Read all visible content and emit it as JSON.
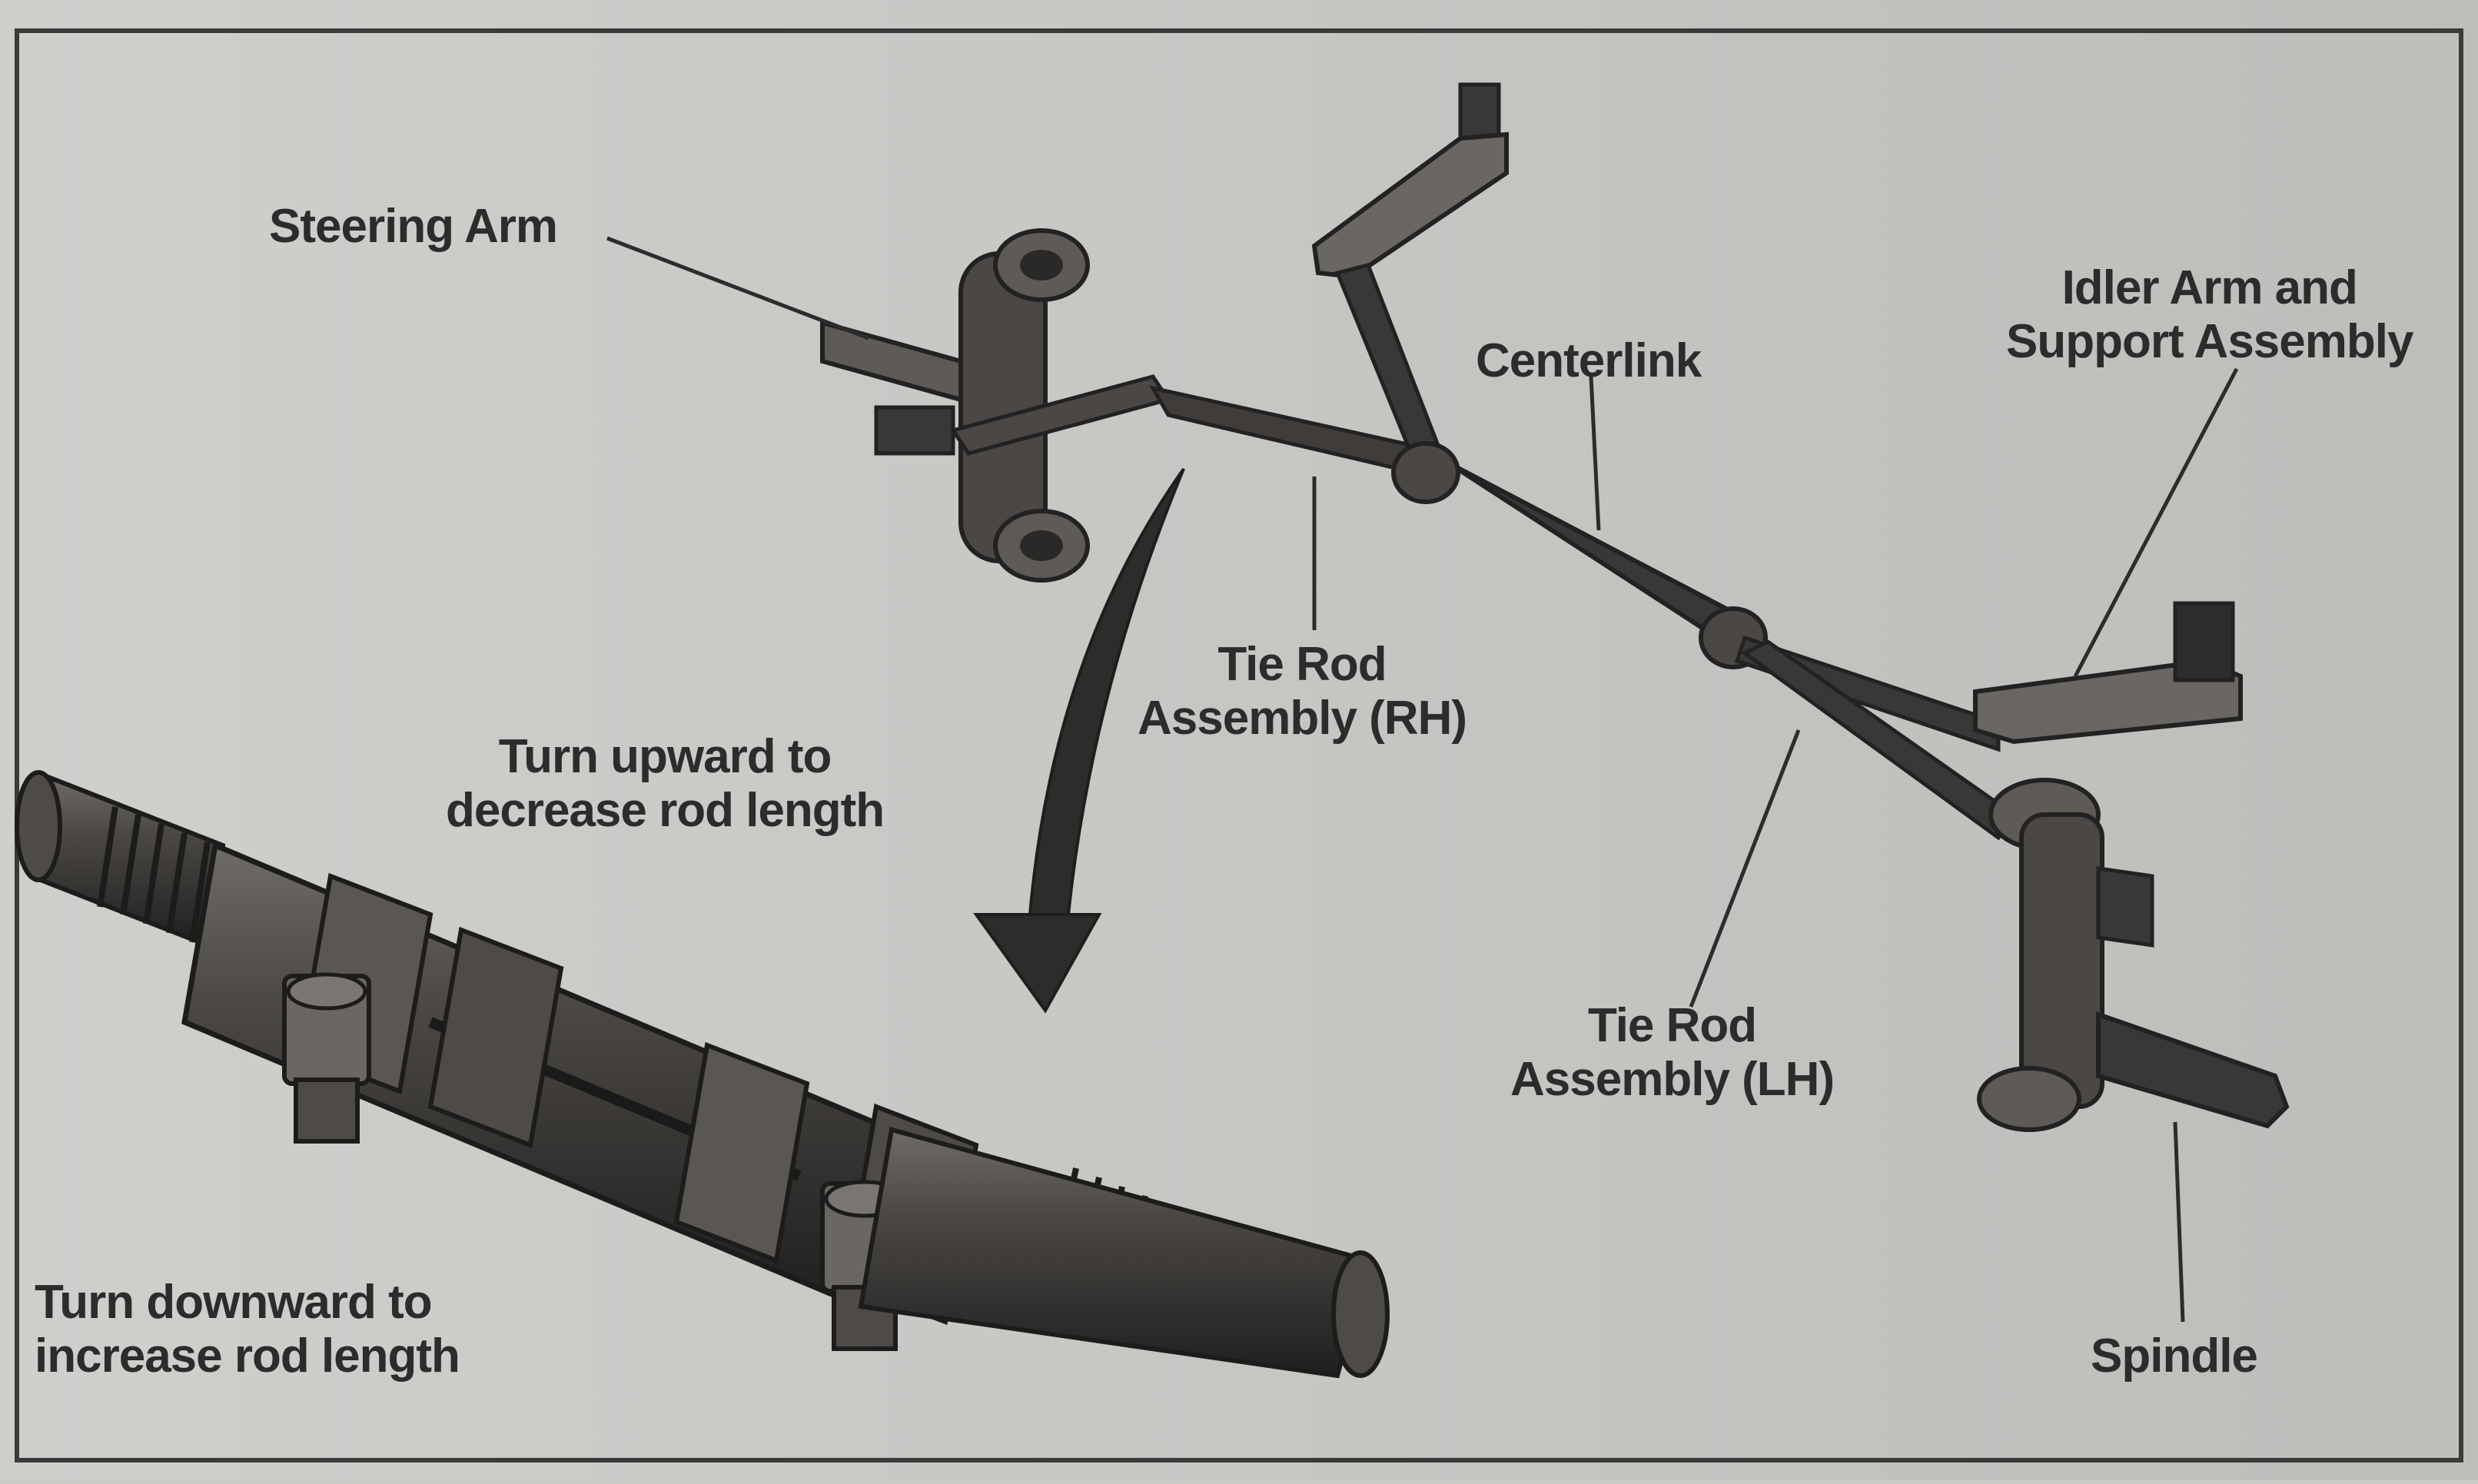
{
  "labels": {
    "steering_arm": "Steering Arm",
    "centerlink": "Centerlink",
    "idler_arm": [
      "Idler Arm and",
      "Support Assembly"
    ],
    "tie_rod_rh": [
      "Tie Rod",
      "Assembly (RH)"
    ],
    "tie_rod_lh": [
      "Tie Rod",
      "Assembly (LH)"
    ],
    "spindle": "Spindle",
    "turn_upward": [
      "Turn upward to",
      "decrease rod length"
    ],
    "turn_downward": [
      "Turn downward to",
      "increase rod length"
    ]
  },
  "colors": {
    "paper": "#c9c9c6",
    "ink": "#2c2c2c",
    "metal_dark": "#3a3836",
    "metal_mid": "#5e5a56",
    "metal_light": "#8c8884"
  }
}
